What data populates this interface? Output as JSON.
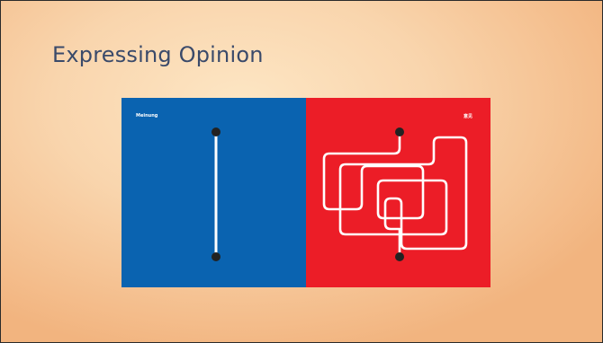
{
  "slide": {
    "title": "Expressing Opinion"
  },
  "illustration": {
    "left_panel_label": "Meinung",
    "right_panel_label": "意见",
    "left_color": "#0a63b0",
    "right_color": "#ec1d27",
    "line_color": "#ffffff",
    "dot_color": "#222222"
  }
}
